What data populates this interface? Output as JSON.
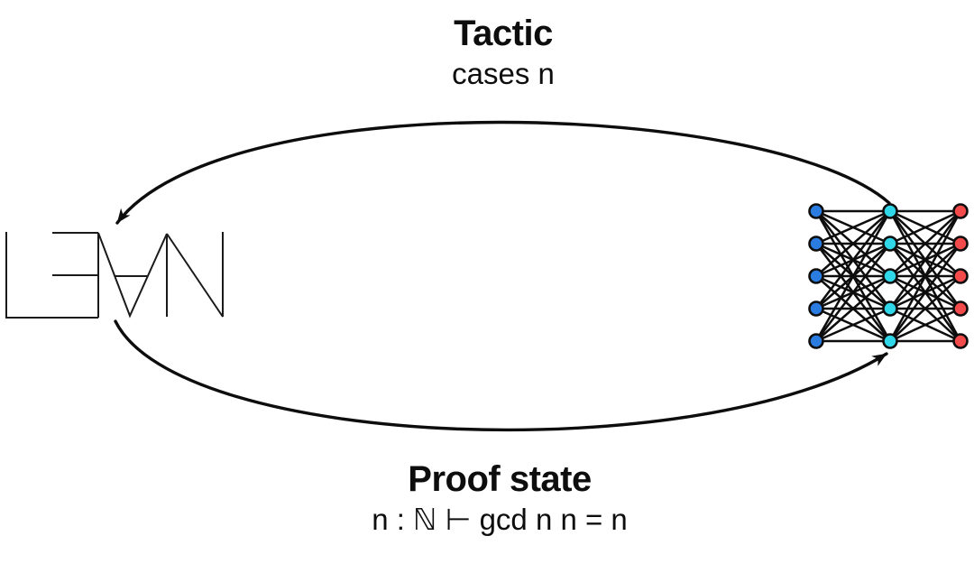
{
  "page": {
    "background": "#ffffff"
  },
  "captions": {
    "tactic": {
      "title": "Tactic",
      "example": "cases n"
    },
    "proof_state": {
      "title": "Proof state",
      "example": "n : ℕ ⊢ gcd n n = n"
    }
  },
  "lean_logo": {
    "text": "L∃∀N",
    "color": "#1a1a1a"
  },
  "arrows": {
    "color": "#0d0d0d"
  },
  "network": {
    "edge_color": "#0d0d0d",
    "node_outline": "#0d0d0d",
    "layers": [
      {
        "name": "input-layer",
        "count": 5,
        "color": "#2b7ce1"
      },
      {
        "name": "hidden-layer",
        "count": 5,
        "color": "#2fd7e8"
      },
      {
        "name": "output-layer",
        "count": 5,
        "color": "#f34b4b"
      }
    ]
  }
}
